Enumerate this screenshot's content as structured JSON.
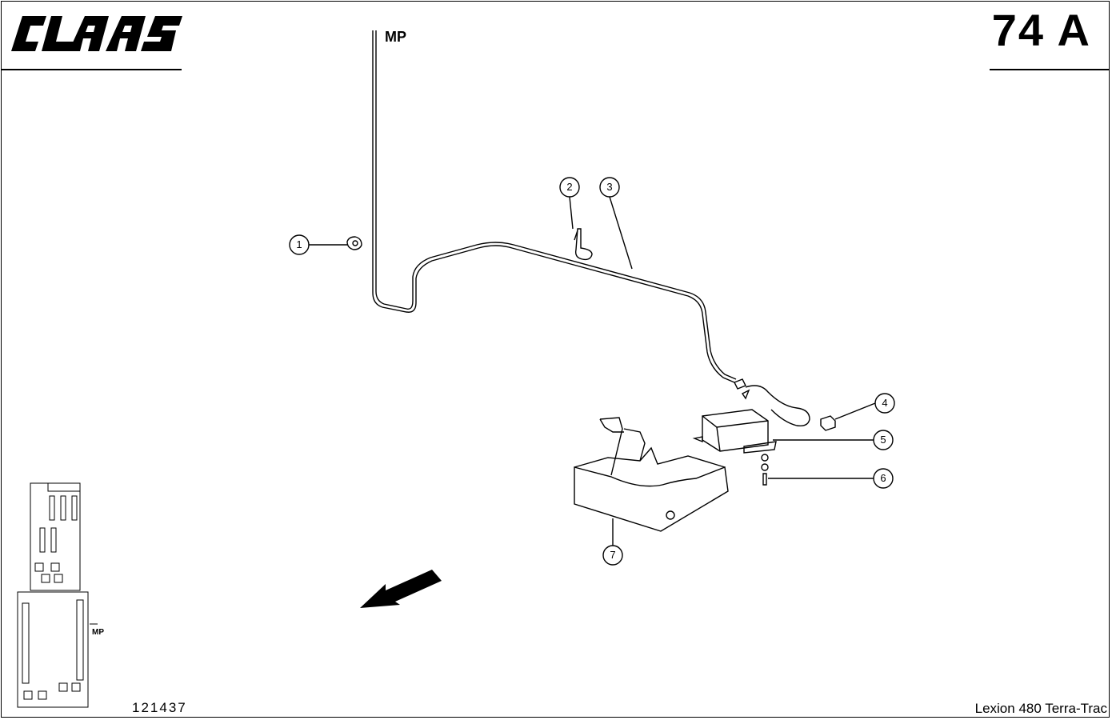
{
  "header": {
    "brand": "CLAAS",
    "sheet_number": "74 A"
  },
  "diagram": {
    "mp_label": "MP",
    "mini_mp_label": "MP",
    "callouts": [
      "1",
      "2",
      "3",
      "4",
      "5",
      "6",
      "7"
    ]
  },
  "footer": {
    "drawing_number": "121437",
    "model": "Lexion 480 Terra-Trac"
  }
}
